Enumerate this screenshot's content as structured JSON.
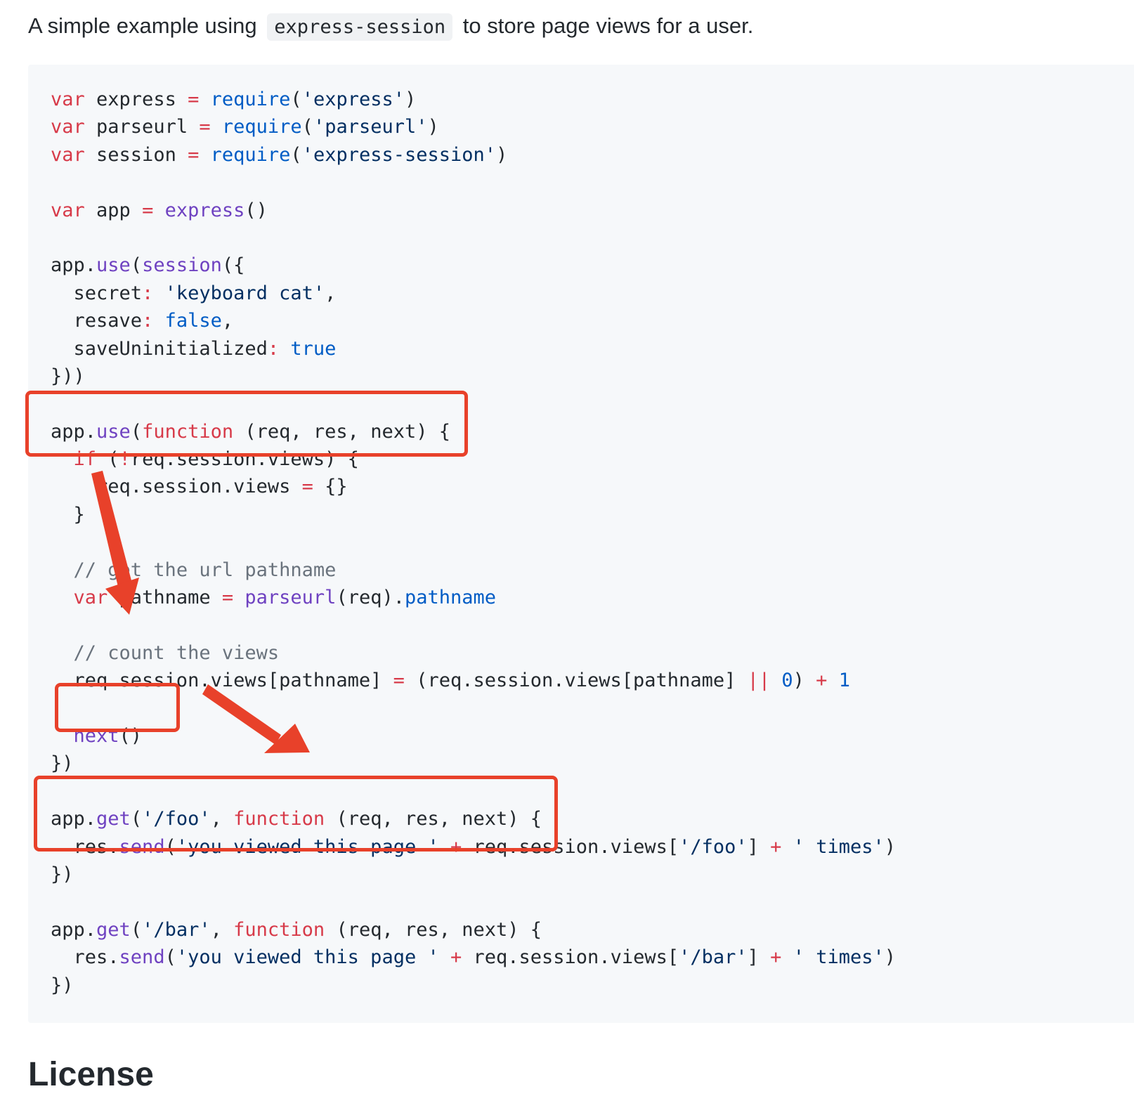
{
  "intro": {
    "before": "A simple example using",
    "code": "express-session",
    "after": "to store page views for a user."
  },
  "code": {
    "lines": [
      [
        {
          "t": "kw",
          "v": "var"
        },
        {
          "t": "plain",
          "v": " express "
        },
        {
          "t": "op",
          "v": "="
        },
        {
          "t": "plain",
          "v": " "
        },
        {
          "t": "const",
          "v": "require"
        },
        {
          "t": "plain",
          "v": "("
        },
        {
          "t": "str",
          "v": "'express'"
        },
        {
          "t": "plain",
          "v": ")"
        }
      ],
      [
        {
          "t": "kw",
          "v": "var"
        },
        {
          "t": "plain",
          "v": " parseurl "
        },
        {
          "t": "op",
          "v": "="
        },
        {
          "t": "plain",
          "v": " "
        },
        {
          "t": "const",
          "v": "require"
        },
        {
          "t": "plain",
          "v": "("
        },
        {
          "t": "str",
          "v": "'parseurl'"
        },
        {
          "t": "plain",
          "v": ")"
        }
      ],
      [
        {
          "t": "kw",
          "v": "var"
        },
        {
          "t": "plain",
          "v": " session "
        },
        {
          "t": "op",
          "v": "="
        },
        {
          "t": "plain",
          "v": " "
        },
        {
          "t": "const",
          "v": "require"
        },
        {
          "t": "plain",
          "v": "("
        },
        {
          "t": "str",
          "v": "'express-session'"
        },
        {
          "t": "plain",
          "v": ")"
        }
      ],
      [],
      [
        {
          "t": "kw",
          "v": "var"
        },
        {
          "t": "plain",
          "v": " app "
        },
        {
          "t": "op",
          "v": "="
        },
        {
          "t": "plain",
          "v": " "
        },
        {
          "t": "fn",
          "v": "express"
        },
        {
          "t": "plain",
          "v": "()"
        }
      ],
      [],
      [
        {
          "t": "plain",
          "v": "app."
        },
        {
          "t": "fn",
          "v": "use"
        },
        {
          "t": "plain",
          "v": "("
        },
        {
          "t": "fn",
          "v": "session"
        },
        {
          "t": "plain",
          "v": "({"
        }
      ],
      [
        {
          "t": "plain",
          "v": "  secret"
        },
        {
          "t": "op",
          "v": ":"
        },
        {
          "t": "plain",
          "v": " "
        },
        {
          "t": "str",
          "v": "'keyboard cat'"
        },
        {
          "t": "plain",
          "v": ","
        }
      ],
      [
        {
          "t": "plain",
          "v": "  resave"
        },
        {
          "t": "op",
          "v": ":"
        },
        {
          "t": "plain",
          "v": " "
        },
        {
          "t": "const",
          "v": "false"
        },
        {
          "t": "plain",
          "v": ","
        }
      ],
      [
        {
          "t": "plain",
          "v": "  saveUninitialized"
        },
        {
          "t": "op",
          "v": ":"
        },
        {
          "t": "plain",
          "v": " "
        },
        {
          "t": "const",
          "v": "true"
        }
      ],
      [
        {
          "t": "plain",
          "v": "}))"
        }
      ],
      [],
      [
        {
          "t": "plain",
          "v": "app."
        },
        {
          "t": "fn",
          "v": "use"
        },
        {
          "t": "plain",
          "v": "("
        },
        {
          "t": "kw",
          "v": "function"
        },
        {
          "t": "plain",
          "v": " (req, res, next) {"
        }
      ],
      [
        {
          "t": "plain",
          "v": "  "
        },
        {
          "t": "kw",
          "v": "if"
        },
        {
          "t": "plain",
          "v": " ("
        },
        {
          "t": "op",
          "v": "!"
        },
        {
          "t": "plain",
          "v": "req.session.views) {"
        }
      ],
      [
        {
          "t": "plain",
          "v": "    req.session.views "
        },
        {
          "t": "op",
          "v": "="
        },
        {
          "t": "plain",
          "v": " {}"
        }
      ],
      [
        {
          "t": "plain",
          "v": "  }"
        }
      ],
      [],
      [
        {
          "t": "plain",
          "v": "  "
        },
        {
          "t": "com",
          "v": "// get the url pathname"
        }
      ],
      [
        {
          "t": "plain",
          "v": "  "
        },
        {
          "t": "kw",
          "v": "var"
        },
        {
          "t": "plain",
          "v": " pathname "
        },
        {
          "t": "op",
          "v": "="
        },
        {
          "t": "plain",
          "v": " "
        },
        {
          "t": "fn",
          "v": "parseurl"
        },
        {
          "t": "plain",
          "v": "(req)."
        },
        {
          "t": "const",
          "v": "pathname"
        }
      ],
      [],
      [
        {
          "t": "plain",
          "v": "  "
        },
        {
          "t": "com",
          "v": "// count the views"
        }
      ],
      [
        {
          "t": "plain",
          "v": "  req.session.views[pathname] "
        },
        {
          "t": "op",
          "v": "="
        },
        {
          "t": "plain",
          "v": " (req.session.views[pathname] "
        },
        {
          "t": "op",
          "v": "||"
        },
        {
          "t": "plain",
          "v": " "
        },
        {
          "t": "const",
          "v": "0"
        },
        {
          "t": "plain",
          "v": ") "
        },
        {
          "t": "op",
          "v": "+"
        },
        {
          "t": "plain",
          "v": " "
        },
        {
          "t": "const",
          "v": "1"
        }
      ],
      [],
      [
        {
          "t": "plain",
          "v": "  "
        },
        {
          "t": "fn",
          "v": "next"
        },
        {
          "t": "plain",
          "v": "()"
        }
      ],
      [
        {
          "t": "plain",
          "v": "})"
        }
      ],
      [],
      [
        {
          "t": "plain",
          "v": "app."
        },
        {
          "t": "fn",
          "v": "get"
        },
        {
          "t": "plain",
          "v": "("
        },
        {
          "t": "str",
          "v": "'/foo'"
        },
        {
          "t": "plain",
          "v": ", "
        },
        {
          "t": "kw",
          "v": "function"
        },
        {
          "t": "plain",
          "v": " (req, res, next) {"
        }
      ],
      [
        {
          "t": "plain",
          "v": "  res."
        },
        {
          "t": "fn",
          "v": "send"
        },
        {
          "t": "plain",
          "v": "("
        },
        {
          "t": "str",
          "v": "'you viewed this page '"
        },
        {
          "t": "plain",
          "v": " "
        },
        {
          "t": "op",
          "v": "+"
        },
        {
          "t": "plain",
          "v": " req.session.views["
        },
        {
          "t": "str",
          "v": "'/foo'"
        },
        {
          "t": "plain",
          "v": "] "
        },
        {
          "t": "op",
          "v": "+"
        },
        {
          "t": "plain",
          "v": " "
        },
        {
          "t": "str",
          "v": "' times'"
        },
        {
          "t": "plain",
          "v": ")"
        }
      ],
      [
        {
          "t": "plain",
          "v": "})"
        }
      ],
      [],
      [
        {
          "t": "plain",
          "v": "app."
        },
        {
          "t": "fn",
          "v": "get"
        },
        {
          "t": "plain",
          "v": "("
        },
        {
          "t": "str",
          "v": "'/bar'"
        },
        {
          "t": "plain",
          "v": ", "
        },
        {
          "t": "kw",
          "v": "function"
        },
        {
          "t": "plain",
          "v": " (req, res, next) {"
        }
      ],
      [
        {
          "t": "plain",
          "v": "  res."
        },
        {
          "t": "fn",
          "v": "send"
        },
        {
          "t": "plain",
          "v": "("
        },
        {
          "t": "str",
          "v": "'you viewed this page '"
        },
        {
          "t": "plain",
          "v": " "
        },
        {
          "t": "op",
          "v": "+"
        },
        {
          "t": "plain",
          "v": " req.session.views["
        },
        {
          "t": "str",
          "v": "'/bar'"
        },
        {
          "t": "plain",
          "v": "] "
        },
        {
          "t": "op",
          "v": "+"
        },
        {
          "t": "plain",
          "v": " "
        },
        {
          "t": "str",
          "v": "' times'"
        },
        {
          "t": "plain",
          "v": ")"
        }
      ],
      [
        {
          "t": "plain",
          "v": "})"
        }
      ]
    ]
  },
  "annotations": {
    "color": "#e8412a"
  },
  "next_heading": "License"
}
